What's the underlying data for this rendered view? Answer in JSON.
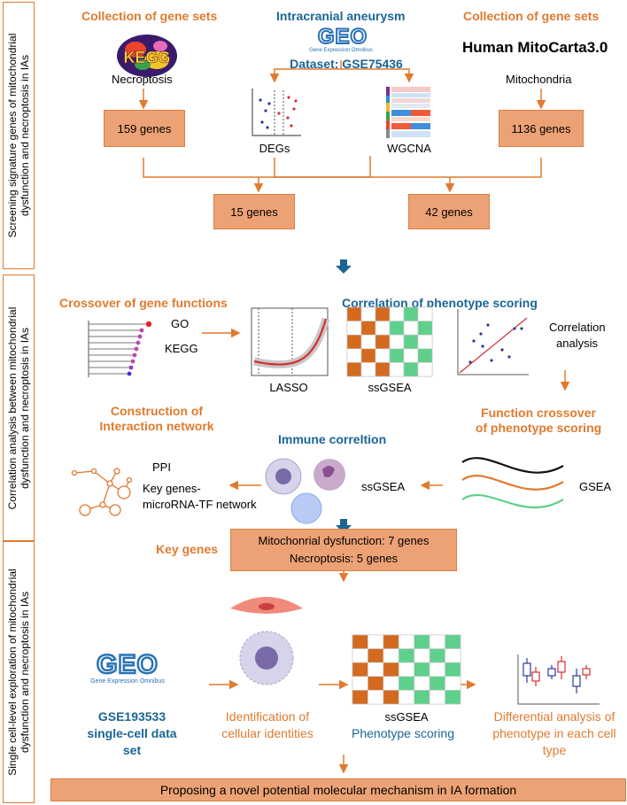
{
  "sections": [
    {
      "line1": "Screening signature genes of mitochondrial",
      "line2": "dysfunction and necroptosis in IAs"
    },
    {
      "line1": "Correlation analysis between mitochondrial",
      "line2": "dysfunction and necroptosis in IAs"
    },
    {
      "line1": "Single cell-level exploration of mitochondrial",
      "line2": "dysfunction and necroptosis in IAs"
    }
  ],
  "s1": {
    "left_header": "Collection of gene sets",
    "center_header": "Intracranial aneurysm",
    "right_header": "Collection of gene sets",
    "geo_logo": "GEO",
    "geo_sub": "Gene Expression Omnibus",
    "dataset": "Dataset: GSE75436",
    "mitocarta": "Human MitoCarta3.0",
    "kegg_logo": "KEGG",
    "necroptosis": "Necroptosis",
    "mitochondria": "Mitochondria",
    "box_159": "159 genes",
    "box_1136": "1136 genes",
    "degs": "DEGs",
    "wgcna": "WGCNA",
    "box_15": "15 genes",
    "box_42": "42 genes"
  },
  "s2": {
    "crossover_header": "Crossover of gene functions",
    "go": "GO",
    "kegg": "KEGG",
    "corr_header": "Correlation of phenotype scoring",
    "lasso": "LASSO",
    "ssgsea": "ssGSEA",
    "correlation": "Correlation",
    "analysis": "analysis",
    "function_header_1": "Function crossover",
    "function_header_2": "of phenotype scoring",
    "gsea": "GSEA",
    "immune_header": "Immune correltion",
    "immune_ssgsea": "ssGSEA",
    "construction_1": "Construction of",
    "construction_2": "Interaction network",
    "ppi": "PPI",
    "keygenes_1": "Key genes-",
    "keygenes_2": "microRNA-TF network"
  },
  "s3": {
    "key_genes": "Key genes",
    "mito_line": "Mitochonrial dysfunction: 7 genes",
    "necro_line": "Necroptosis: 5 genes",
    "geo_logo": "GEO",
    "geo_sub": "Gene Expression Omnibus",
    "gse": "GSE193533",
    "single_cell": "single-cell data set",
    "ident_1": "Identification of",
    "ident_2": "cellular identities",
    "ssgsea": "ssGSEA",
    "phenotype": "Phenotype scoring",
    "diff_1": "Differential analysis of",
    "diff_2": "phenotype in each cell type",
    "final": "Proposing a novel potential molecular mechanism in IA formation"
  },
  "colors": {
    "orange": "#e07a2e",
    "box_fill": "#eda275",
    "blue": "#1a6596",
    "green": "#5fcf8a",
    "red": "#d62f2f"
  }
}
